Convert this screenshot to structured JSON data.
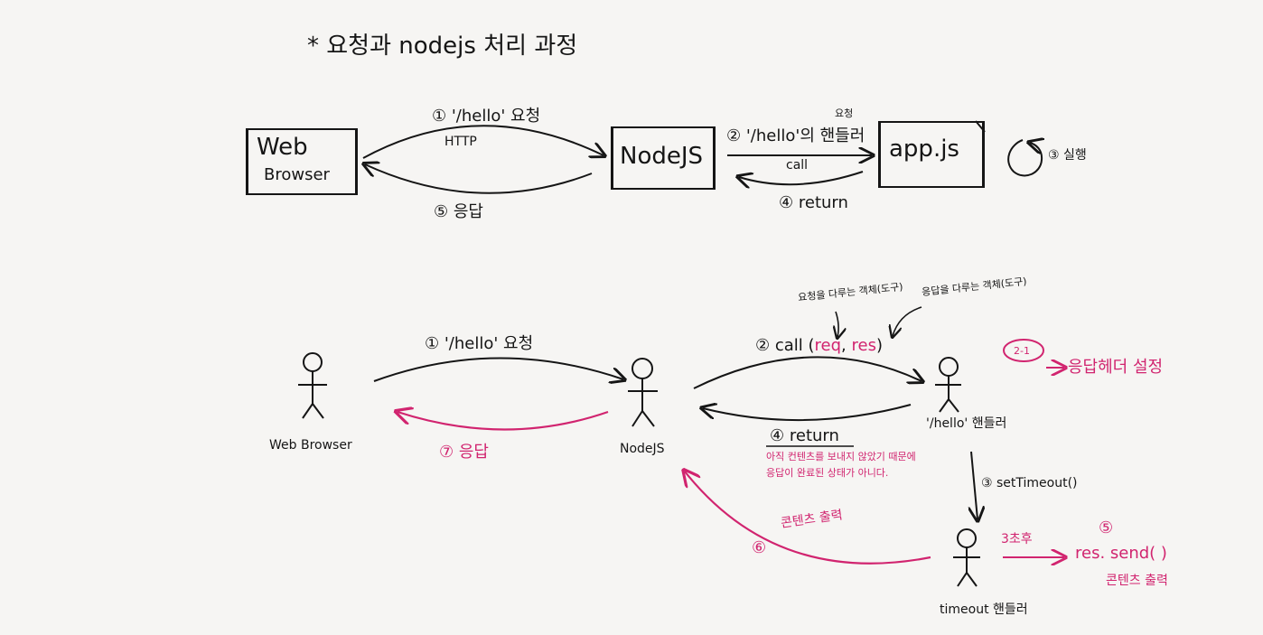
{
  "title": "* 요청과 nodejs 처리 과정",
  "top": {
    "browser_line1": "Web",
    "browser_line2": "Browser",
    "nodejs": "NodeJS",
    "appjs": "app.js",
    "step1": "① '/hello' 요청",
    "http": "HTTP",
    "step5": "⑤ 응답",
    "request_small": "요청",
    "step2": "② '/hello'의 핸들러",
    "call": "call",
    "step4": "④ return",
    "step3": "③ 실행"
  },
  "bottom": {
    "browser": "Web Browser",
    "nodejs": "NodeJS",
    "hello_handler": "'/hello' 핸들러",
    "timeout_handler": "timeout 핸들러",
    "step1": "① '/hello' 요청",
    "step7": "⑦ 응답",
    "step2": "② call (",
    "req": "req",
    "comma": ",",
    "res": "res",
    "close": ")",
    "note_req": "요청을 다루는 객체(도구)",
    "note_res": "응답을 다루는 객체(도구)",
    "step2_1": "2-1",
    "header_set": "응답헤더 설정",
    "step4": "④ return",
    "note_return_1": "아직 컨텐츠를 보내지 않았기 때문에",
    "note_return_2": "응답이 완료된 상태가 아니다.",
    "step3": "③ setTimeout()",
    "after3s": "3초후",
    "step5": "⑤",
    "res_send": "res. send( )",
    "content_out": "콘텐츠 출력",
    "step6": "⑥",
    "content_out2": "콘텐츠 출력"
  },
  "colors": {
    "ink": "#151515",
    "accent": "#d1246f",
    "paper": "#f6f5f3"
  }
}
